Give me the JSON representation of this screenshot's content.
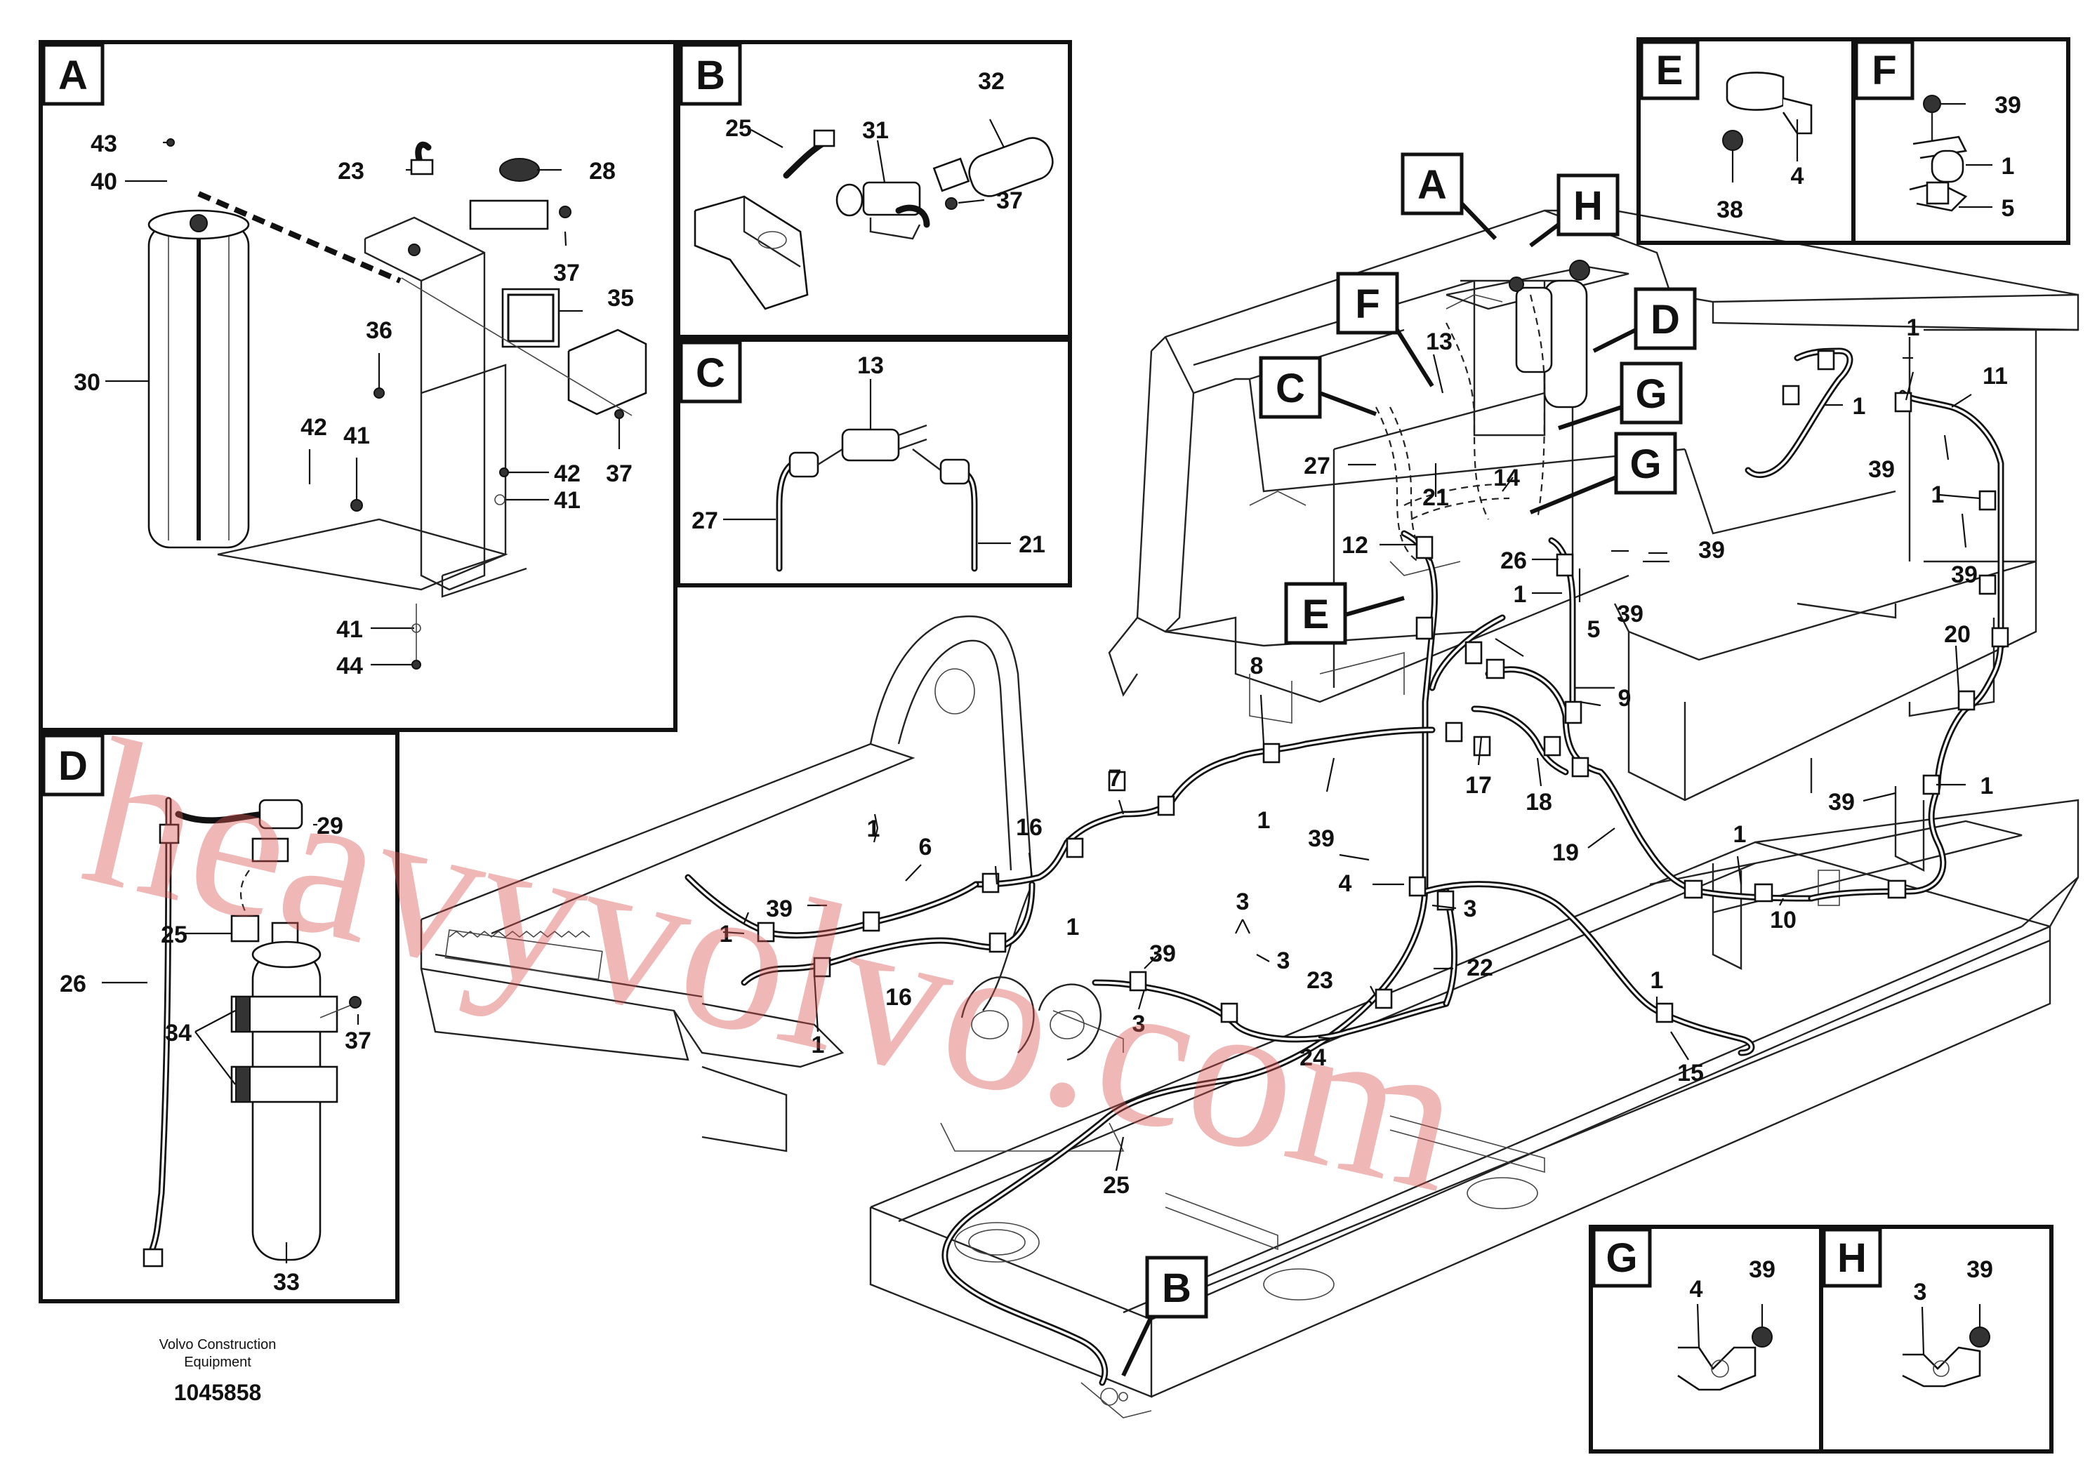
{
  "footer": {
    "company_line1": "Volvo Construction",
    "company_line2": "Equipment",
    "drawing_number": "1045858"
  },
  "watermark": "heavyvolvo.com",
  "insets": {
    "A": {
      "letter": "A"
    },
    "B": {
      "letter": "B"
    },
    "C": {
      "letter": "C"
    },
    "D": {
      "letter": "D"
    },
    "E": {
      "letter": "E"
    },
    "F": {
      "letter": "F"
    },
    "G": {
      "letter": "G"
    },
    "H": {
      "letter": "H"
    }
  },
  "main_callouts": {
    "A": "A",
    "H": "H",
    "F": "F",
    "D": "D",
    "C": "C",
    "G1": "G",
    "G2": "G",
    "E": "E",
    "B": "B"
  },
  "labels": {
    "a43": "43",
    "a40": "40",
    "a30": "30",
    "a23": "23",
    "a28": "28",
    "a37a": "37",
    "a35": "35",
    "a36": "36",
    "a42a": "42",
    "a41a": "41",
    "a42b": "42",
    "a41b": "41",
    "a37b": "37",
    "a41c": "41",
    "a44": "44",
    "b32": "32",
    "b25": "25",
    "b31": "31",
    "b37": "37",
    "c13": "13",
    "c27": "27",
    "c21": "21",
    "d29": "29",
    "d25": "25",
    "d26": "26",
    "d34": "34",
    "d37": "37",
    "d33": "33",
    "e4": "4",
    "e38": "38",
    "f39": "39",
    "f1": "1",
    "f5": "5",
    "g4": "4",
    "g39": "39",
    "h3": "3",
    "h39": "39",
    "m13": "13",
    "m27": "27",
    "m14": "14",
    "m21": "21",
    "m12": "12",
    "m26": "26",
    "m1a": "1",
    "m5": "5",
    "m39a": "39",
    "m39b": "39",
    "m1b": "1",
    "m11": "11",
    "m1c": "1",
    "m39c": "39",
    "m1d": "1",
    "m39d": "39",
    "m20": "20",
    "m39e": "39",
    "m1e": "1",
    "m9": "9",
    "m8": "8",
    "m1f": "1",
    "m17": "17",
    "m18": "18",
    "m19": "19",
    "m1g": "1",
    "m10": "10",
    "m7": "7",
    "m16a": "16",
    "m1h": "1",
    "m6": "6",
    "m1i": "1",
    "m39f": "39",
    "m1j": "1",
    "m16b": "16",
    "m1k": "1",
    "m39g": "39",
    "m4": "4",
    "m3a": "3",
    "m39h": "39",
    "m3b": "3",
    "m3c": "3",
    "m3d": "3",
    "m23": "23",
    "m22": "22",
    "m24": "24",
    "m1l": "1",
    "m15": "15",
    "m25": "25",
    "m1m": "1",
    "m39i": "39"
  }
}
